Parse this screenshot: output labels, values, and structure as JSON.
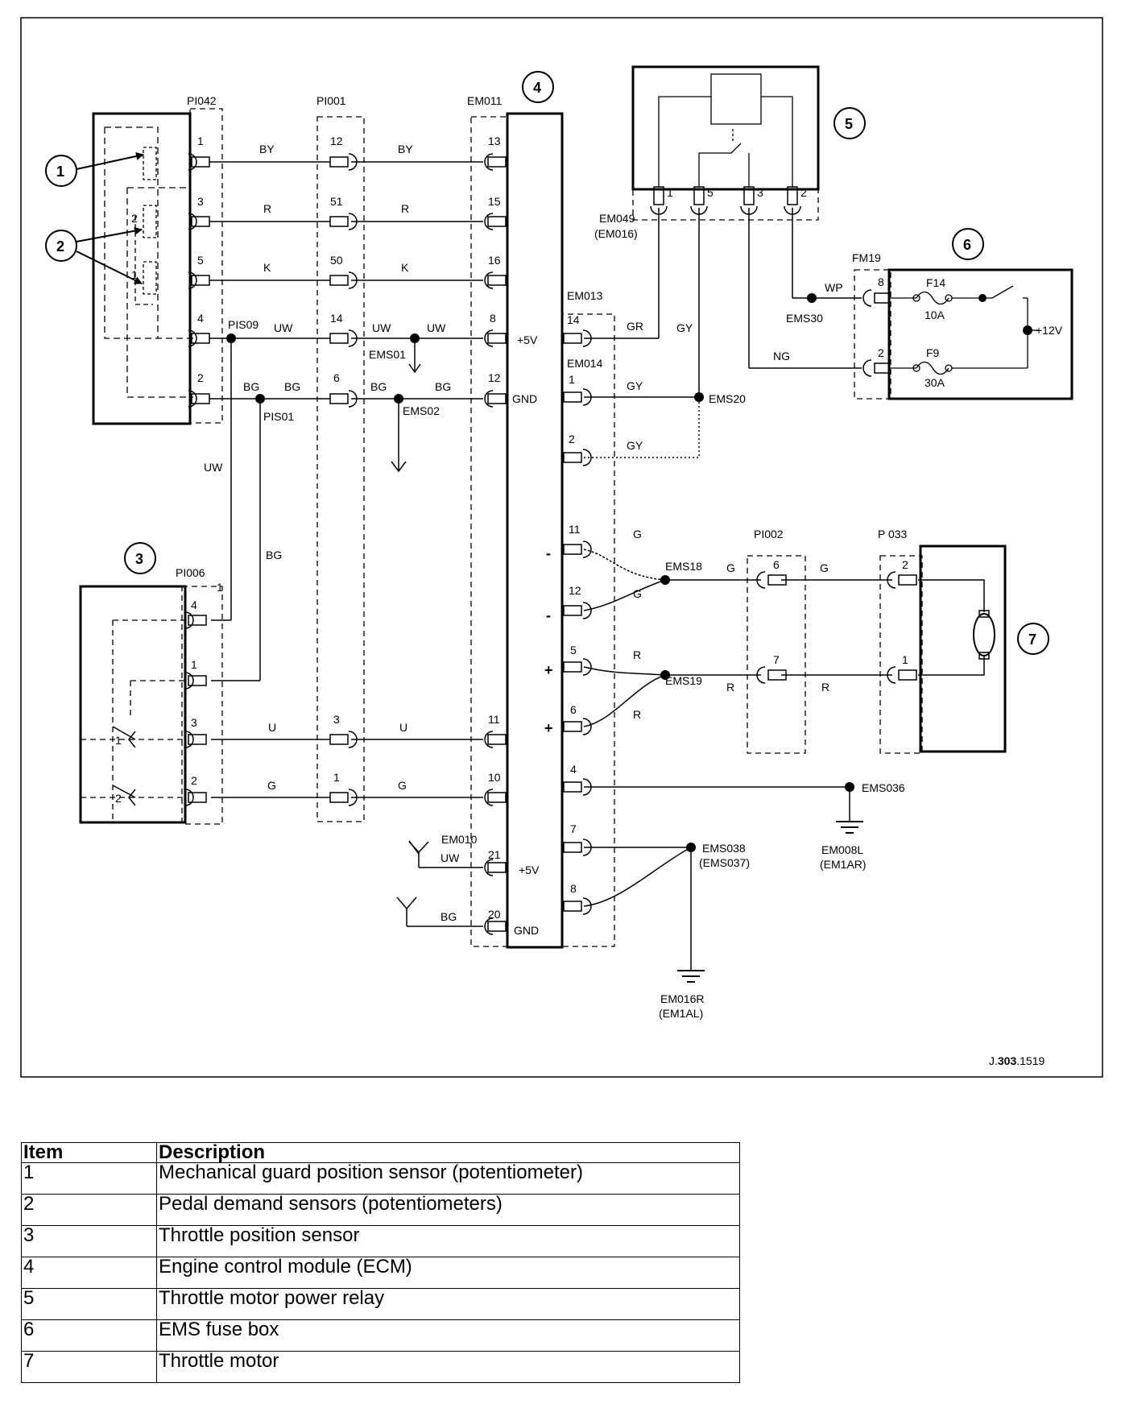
{
  "callouts": [
    "1",
    "2",
    "3",
    "4",
    "5",
    "6",
    "7"
  ],
  "connectors": {
    "pi042": "PI042",
    "pi001": "PI001",
    "em011": "EM011",
    "em049": "EM049",
    "em016": "(EM016)",
    "em013": "EM013",
    "em014": "EM014",
    "fm19": "FM19",
    "pi002": "PI002",
    "p033": "P 033",
    "pi006": "PI006",
    "em010": "EM010"
  },
  "splices": {
    "pis09": "PIS09",
    "pis01": "PIS01",
    "ems01": "EMS01",
    "ems02": "EMS02",
    "ems30": "EMS30",
    "ems20": "EMS20",
    "ems18": "EMS18",
    "ems19": "EMS19",
    "ems036": "EMS036",
    "ems038": "EMS038",
    "ems037": "(EMS037)"
  },
  "grounds": {
    "em008l": "EM008L",
    "em1ar": "(EM1AR)",
    "em016r": "EM016R",
    "em1al": "(EM1AL)"
  },
  "wires": {
    "by": "BY",
    "r": "R",
    "k": "K",
    "uw": "UW",
    "bg": "BG",
    "u": "U",
    "g": "G",
    "gr": "GR",
    "gy": "GY",
    "wp": "WP",
    "ng": "NG"
  },
  "ecm": {
    "v5": "+5V",
    "gnd": "GND",
    "minus": "-",
    "plus": "+"
  },
  "fuses": {
    "f14": "F14",
    "f14_rating": "10A",
    "f9": "F9",
    "f9_rating": "30A",
    "supply": "+12V"
  },
  "pins": {
    "n1": "1",
    "n2": "2",
    "n3": "3",
    "n4": "4",
    "n5": "5",
    "n6": "6",
    "n7": "7",
    "n8": "8",
    "n10": "10",
    "n11": "11",
    "n12": "12",
    "n13": "13",
    "n14": "14",
    "n15": "15",
    "n16": "16",
    "n20": "20",
    "n21": "21",
    "n50": "50",
    "n51": "51"
  },
  "figure_ref": {
    "prefix": "J.",
    "bold": "303",
    "suffix": ".1519"
  },
  "legend": {
    "headers": [
      "Item",
      "Description"
    ],
    "rows": [
      {
        "item": "1",
        "description": "Mechanical guard position sensor (potentiometer)"
      },
      {
        "item": "2",
        "description": "Pedal demand sensors (potentiometers)"
      },
      {
        "item": "3",
        "description": "Throttle position sensor"
      },
      {
        "item": "4",
        "description": "Engine control module (ECM)"
      },
      {
        "item": "5",
        "description": "Throttle motor power relay"
      },
      {
        "item": "6",
        "description": "EMS fuse box"
      },
      {
        "item": "7",
        "description": "Throttle motor"
      }
    ]
  }
}
